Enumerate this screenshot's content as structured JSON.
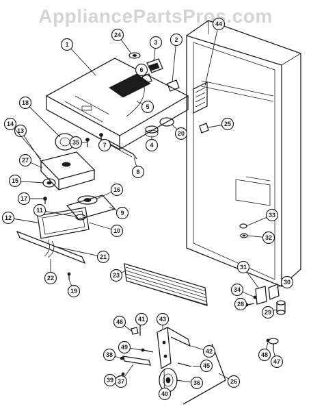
{
  "watermark": "AppliancePartsPros.com",
  "callouts": [
    {
      "label": "1"
    },
    {
      "label": "2"
    },
    {
      "label": "3"
    },
    {
      "label": "4"
    },
    {
      "label": "5"
    },
    {
      "label": "6"
    },
    {
      "label": "7"
    },
    {
      "label": "8"
    },
    {
      "label": "9"
    },
    {
      "label": "10"
    },
    {
      "label": "11"
    },
    {
      "label": "12"
    },
    {
      "label": "13"
    },
    {
      "label": "14"
    },
    {
      "label": "15"
    },
    {
      "label": "16"
    },
    {
      "label": "17"
    },
    {
      "label": "18"
    },
    {
      "label": "19"
    },
    {
      "label": "20"
    },
    {
      "label": "21"
    },
    {
      "label": "22"
    },
    {
      "label": "23"
    },
    {
      "label": "24"
    },
    {
      "label": "25"
    },
    {
      "label": "26"
    },
    {
      "label": "27"
    },
    {
      "label": "28"
    },
    {
      "label": "29"
    },
    {
      "label": "30"
    },
    {
      "label": "31"
    },
    {
      "label": "32"
    },
    {
      "label": "33"
    },
    {
      "label": "34"
    },
    {
      "label": "35"
    },
    {
      "label": "36"
    },
    {
      "label": "37"
    },
    {
      "label": "38"
    },
    {
      "label": "39"
    },
    {
      "label": "40"
    },
    {
      "label": "41"
    },
    {
      "label": "42"
    },
    {
      "label": "43"
    },
    {
      "label": "44"
    },
    {
      "label": "45"
    },
    {
      "label": "46"
    },
    {
      "label": "47"
    },
    {
      "label": "48"
    },
    {
      "label": "49"
    }
  ]
}
